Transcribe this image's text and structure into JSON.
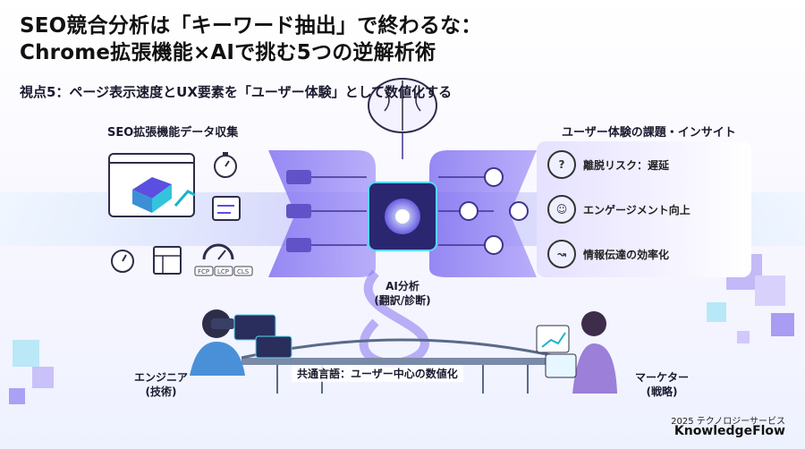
{
  "title_line1": "SEO競合分析は「キーワード抽出」で終わるな：",
  "title_line2": "Chrome拡張機能×AIで挑む5つの逆解析術",
  "subtitle": "視点5：ページ表示速度とUX要素を「ユーザー体験」として数値化する",
  "left_section": {
    "title": "SEO拡張機能データ収集",
    "metrics": [
      "FCP",
      "LCP",
      "CLS"
    ]
  },
  "right_section": {
    "title": "ユーザー体験の課題・インサイト",
    "insights": [
      {
        "icon": "confused-face-icon",
        "label": "離脱リスク：遅延"
      },
      {
        "icon": "happy-face-icon",
        "label": "エンゲージメント向上"
      },
      {
        "icon": "path-icon",
        "label": "情報伝達の効率化"
      }
    ]
  },
  "center": {
    "label_line1": "AI分析",
    "label_line2": "(翻訳/診断)"
  },
  "engineer": {
    "line1": "エンジニア",
    "line2": "(技術)"
  },
  "marketer": {
    "line1": "マーケター",
    "line2": "(戦略)"
  },
  "bridge_label": "共通言語：ユーザー中心の数値化",
  "brand": {
    "year_line": "2025 テクノロジーサービス",
    "name": "KnowledgeFlow"
  },
  "colors": {
    "accent": "#6c5ce7",
    "cyan": "#4fd1e8",
    "purple": "#8e7cf0"
  }
}
